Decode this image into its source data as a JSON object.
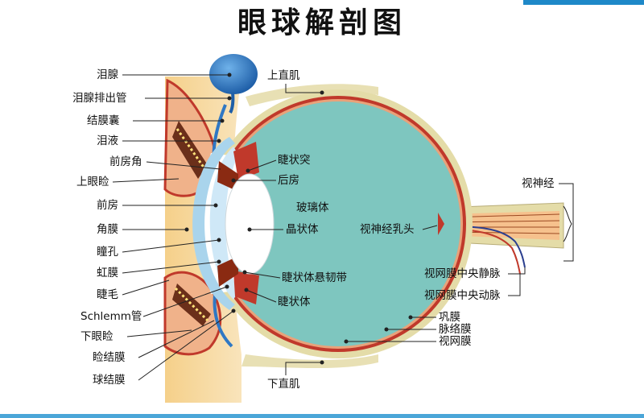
{
  "title": "眼球解剖图",
  "left_labels": {
    "lacrimal_gland": "泪腺",
    "lacrimal_duct": "泪腺排出管",
    "conjunctival_sac": "结膜囊",
    "tears": "泪液",
    "anterior_angle": "前房角",
    "upper_eyelid": "上眼睑",
    "anterior_chamber": "前房",
    "cornea": "角膜",
    "pupil": "瞳孔",
    "iris": "虹膜",
    "eyelash": "睫毛",
    "schlemm": "Schlemm管",
    "lower_eyelid": "下眼睑",
    "palpebral_conjunctiva": "睑结膜",
    "bulbar_conjunctiva": "球结膜"
  },
  "inner_labels": {
    "superior_rectus": "上直肌",
    "ciliary_process": "睫状突",
    "posterior_chamber": "后房",
    "vitreous": "玻璃体",
    "lens": "晶状体",
    "zonule": "睫状体悬韧带",
    "ciliary_body": "睫状体",
    "optic_disc": "视神经乳头",
    "inferior_rectus": "下直肌"
  },
  "right_labels": {
    "optic_nerve": "视神经",
    "central_vein": "视网膜中央静脉",
    "central_artery": "视网膜中央动脉",
    "sclera": "巩膜",
    "choroid": "脉络膜",
    "retina": "视网膜"
  },
  "colors": {
    "vitreous": "#7ec6bf",
    "sclera": "#e4dca8",
    "choroid": "#c0392b",
    "lens": "#ffffff",
    "cornea": "#a9d4ec",
    "lacrimal_gland": "#2f78c4",
    "eyelid": "#f2c79a"
  }
}
